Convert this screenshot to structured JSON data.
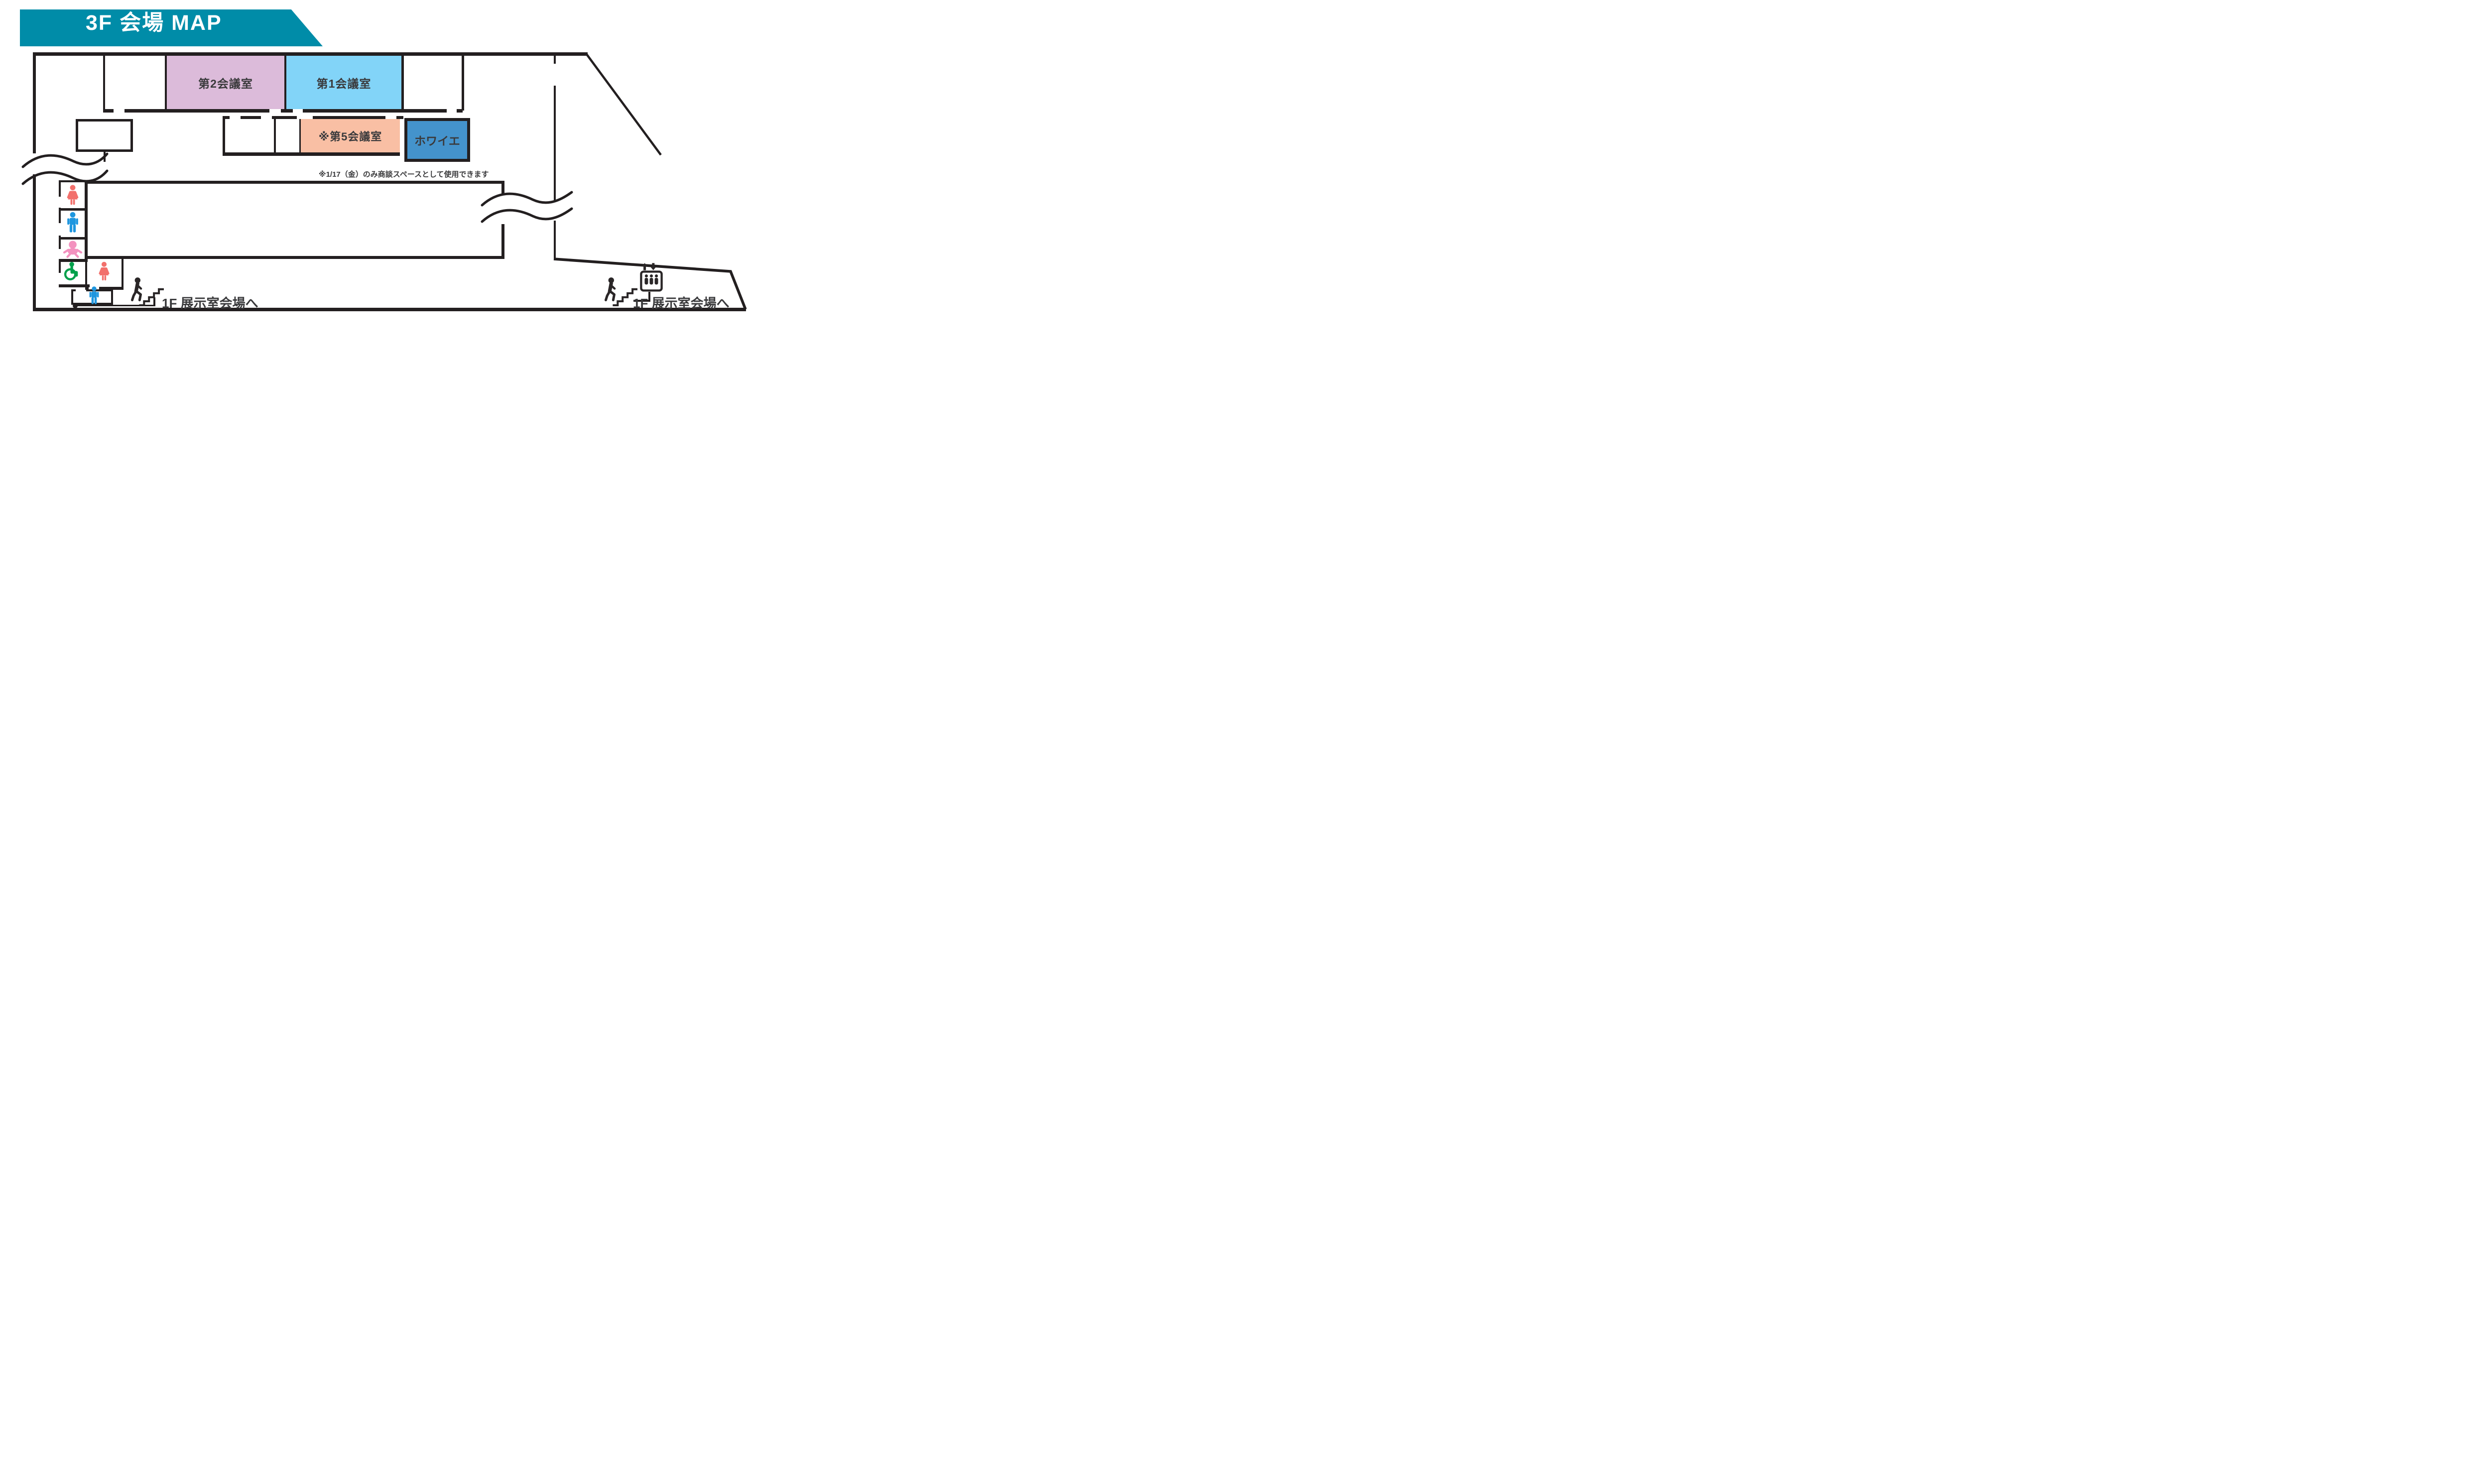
{
  "banner": {
    "title": "3F 会場 MAP",
    "background_color": "#008CA8",
    "text_color": "#FFFFFF"
  },
  "rooms": [
    {
      "id": "meeting-room-2",
      "label": "第2会議室",
      "color": "#DCBBDA"
    },
    {
      "id": "meeting-room-1",
      "label": "第1会議室",
      "color": "#82D4F8"
    },
    {
      "id": "meeting-room-5",
      "label": "※第5会議室",
      "color": "#F9BFA4"
    },
    {
      "id": "foyer",
      "label": "ホワイエ",
      "color": "#4493CC"
    }
  ],
  "note": {
    "text": "※1/17（金）のみ商談スペースとして使用できます",
    "color": "#3A3A3C"
  },
  "exits": {
    "left_stairs": {
      "label": "1F 展示室会場へ"
    },
    "right_stairs": {
      "label": "1F 展示室会場へ"
    }
  },
  "icons": {
    "women_restroom": {
      "name": "women-restroom-icon",
      "color": "#F2706C"
    },
    "men_restroom": {
      "name": "men-restroom-icon",
      "color": "#1E96DF"
    },
    "baby_room": {
      "name": "baby-room-icon",
      "color": "#F392BF"
    },
    "accessible_restroom": {
      "name": "wheelchair-icon",
      "color": "#00A04B"
    },
    "stairs": {
      "name": "stairs-icon",
      "color": "#2A2627"
    },
    "elevator": {
      "name": "elevator-icon",
      "color": "#2A2627"
    }
  },
  "walls": {
    "color": "#231F20"
  }
}
